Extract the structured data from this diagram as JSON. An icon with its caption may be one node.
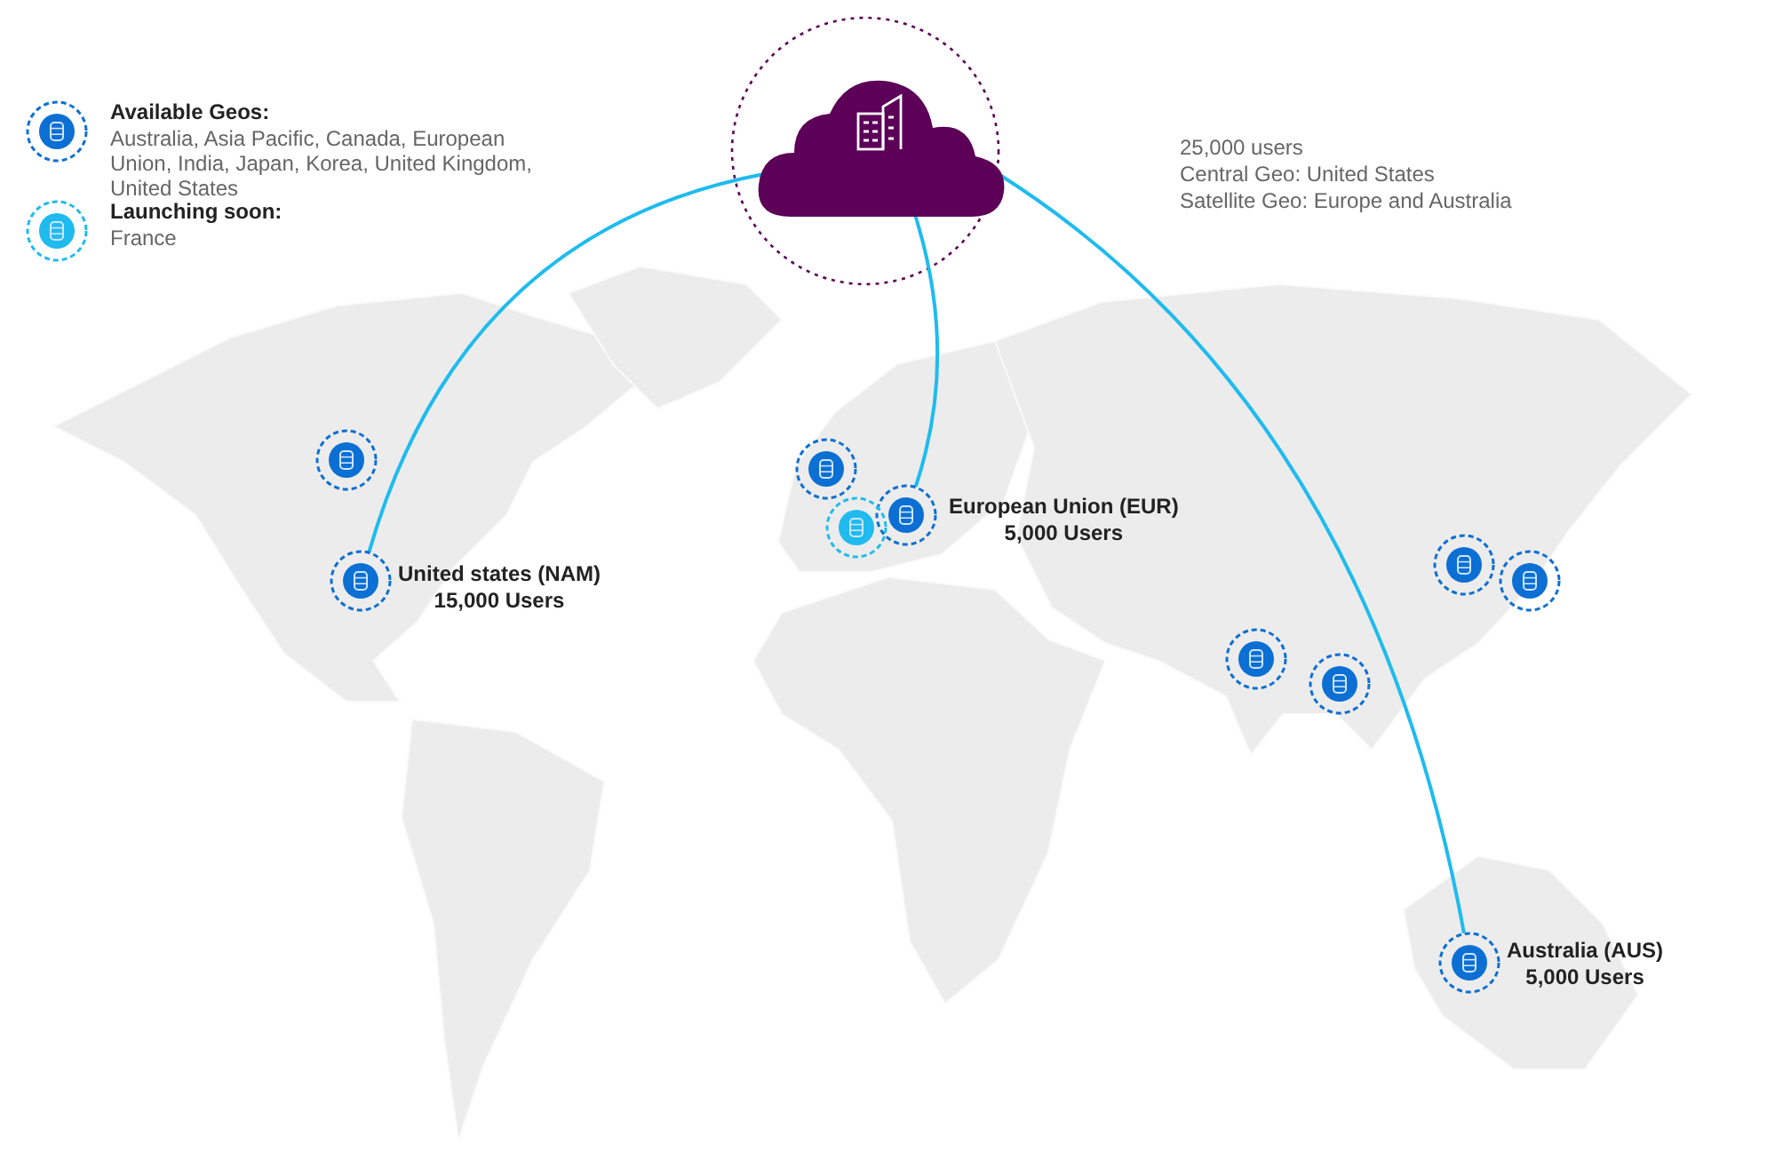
{
  "diagram": {
    "nodes": [
      {
        "text": [],
        "shape": "cloud"
      },
      {
        "text": [],
        "shape": "circle"
      },
      {
        "text": [],
        "shape": "circle"
      },
      {
        "text": [],
        "shape": "circle",
        "beside": [
          "European Union (EUR)",
          "5,000 Users"
        ]
      },
      {
        "text": [],
        "shape": "circle"
      },
      {
        "text": [],
        "shape": "circle",
        "beside": [
          "United states (NAM)",
          "15,000 Users"
        ]
      },
      {
        "text": [],
        "shape": "circle"
      },
      {
        "text": [],
        "shape": "circle"
      },
      {
        "text": [],
        "shape": "circle"
      },
      {
        "text": [],
        "shape": "circle"
      },
      {
        "text": [],
        "shape": "circle",
        "beside": [
          "Australia (AUS)",
          "5,000 Users"
        ]
      }
    ],
    "edges": [
      {
        "from": 0,
        "to": 5,
        "arrow": "none"
      },
      {
        "from": 0,
        "to": 3,
        "arrow": "none"
      },
      {
        "from": 0,
        "to": 10,
        "arrow": "none"
      }
    ],
    "labels": [
      "Australia, Asia Pacific, Canada, European Union, India, Japan, Korea, United Kingdom, United States",
      "France",
      "25,000 users",
      "Central Geo: United States",
      "Satellite Geo: Europe and Australia"
    ],
    "legend": [
      {
        "text": "Available Geos:",
        "color": "#0b6fd3"
      },
      {
        "text": "Launching soon:",
        "color": "#1fbbee"
      }
    ]
  }
}
